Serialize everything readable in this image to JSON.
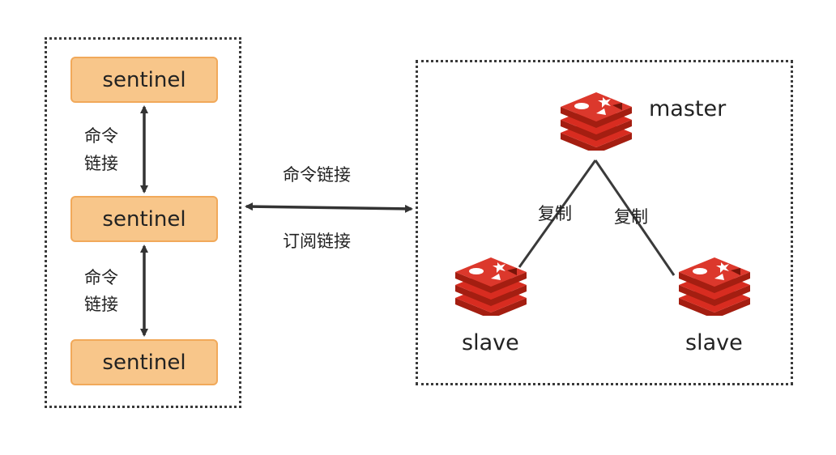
{
  "sentinels": [
    {
      "label": "sentinel"
    },
    {
      "label": "sentinel"
    },
    {
      "label": "sentinel"
    }
  ],
  "links": {
    "sentinel_cmd_1": {
      "line1": "命令",
      "line2": "链接"
    },
    "sentinel_cmd_2": {
      "line1": "命令",
      "line2": "链接"
    },
    "to_redis_cmd": "命令链接",
    "to_redis_sub": "订阅链接",
    "replication_left": "复制",
    "replication_right": "复制"
  },
  "redis_nodes": {
    "master": {
      "label": "master",
      "icon": "redis-logo-icon"
    },
    "slave_left": {
      "label": "slave",
      "icon": "redis-logo-icon"
    },
    "slave_right": {
      "label": "slave",
      "icon": "redis-logo-icon"
    }
  },
  "colors": {
    "sentinel_fill": "#f8c68a",
    "sentinel_border": "#f1a95a",
    "redis_red": "#d82c20",
    "redis_dark": "#a41e11",
    "line": "#3a3a3a"
  }
}
